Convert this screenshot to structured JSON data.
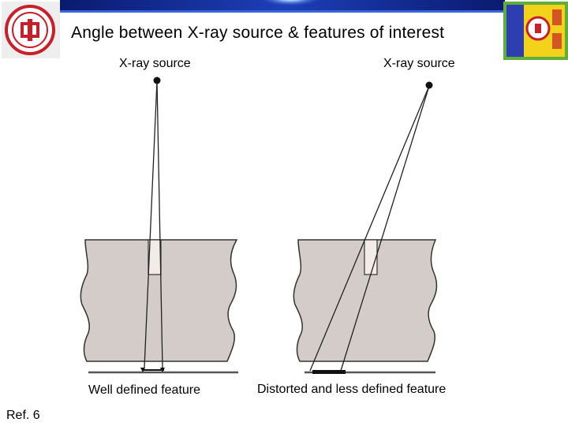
{
  "slide": {
    "title": "Angle between X-ray source & features of interest",
    "reference": "Ref. 6"
  },
  "diagram_left": {
    "source_label": "X-ray source",
    "caption": "Well defined feature"
  },
  "diagram_right": {
    "source_label": "X-ray source",
    "caption": "Distorted and less defined feature"
  },
  "colors": {
    "topbar_dark": "#0a1a6e",
    "topbar_light": "#6fa8ff",
    "material": "#d3ccc8",
    "feature": "#f3ece6",
    "outline": "#333333",
    "logo_red": "#c8202a",
    "logo_yellow": "#f2d21a",
    "logo_blue": "#2d3fb0",
    "logo_green": "#5fae3a"
  }
}
